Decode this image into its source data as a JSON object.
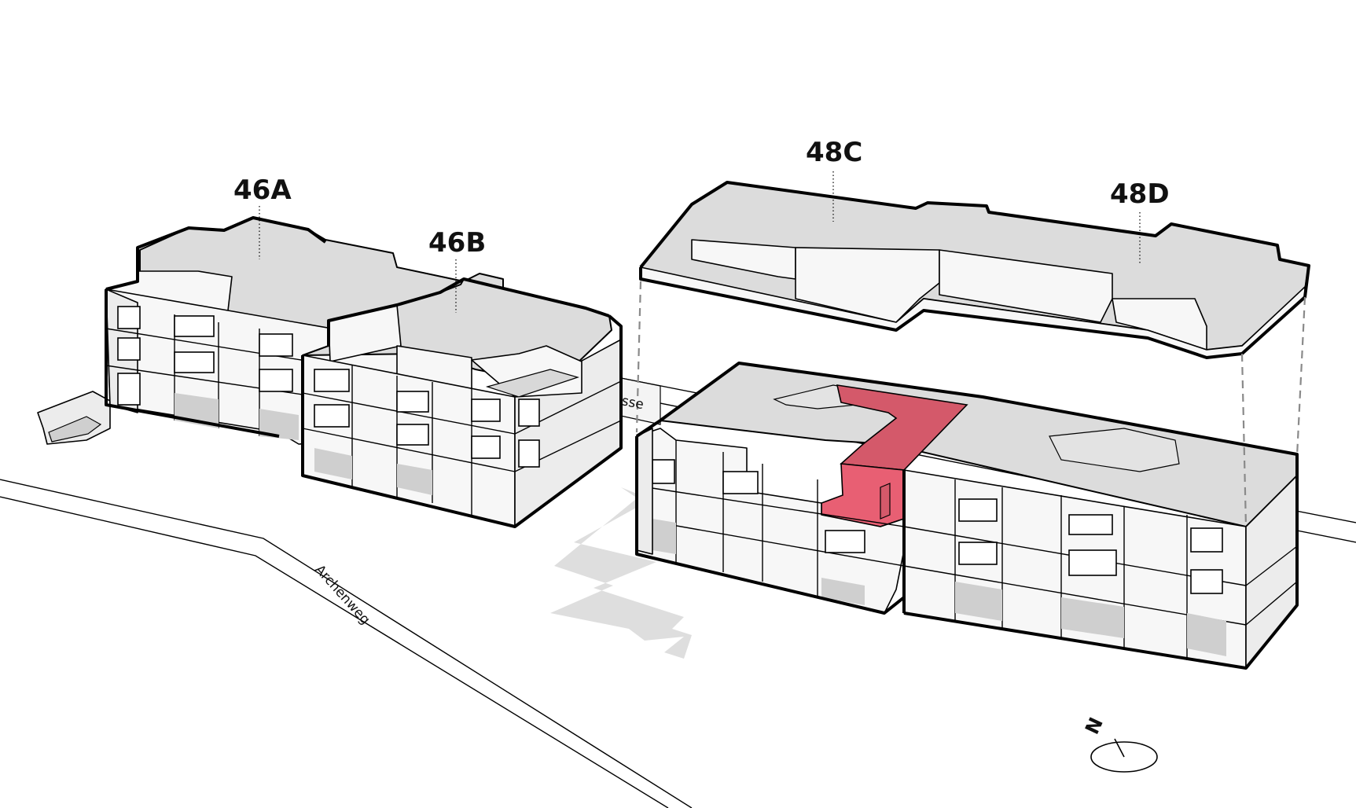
{
  "labels": {
    "building_46a": "46A",
    "building_46b": "46B",
    "building_48c": "48C",
    "building_48d": "48D"
  },
  "streets": {
    "archenweg": "Archenweg",
    "upper_street_fragment": "sse"
  },
  "compass": {
    "north_letter": "N"
  },
  "colors": {
    "highlight_unit": "#d4596a",
    "highlight_unit_front": "#e85f73",
    "roof": "#dcdcdc",
    "wall": "#f7f7f7",
    "path_shadow": "#dedede"
  }
}
